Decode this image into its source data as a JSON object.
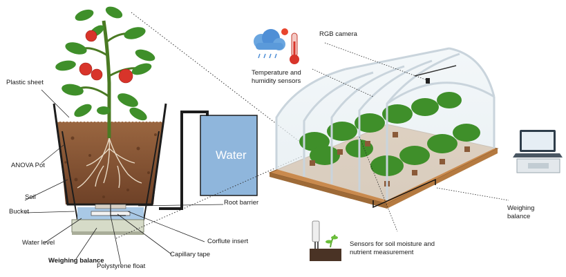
{
  "labels": {
    "plastic_sheet": "Plastic sheet",
    "anova_pot": "ANOVA Pot",
    "soil": "Soil",
    "bucket": "Bucket",
    "water_level": "Water level",
    "weighing_balance_left": "Weighing balance",
    "polystyrene_float": "Polystyrene float",
    "capillary_tape": "Capillary tape",
    "corflute_insert": "Corflute insert",
    "root_barrier": "Root barrier",
    "water": "Water",
    "temp_humidity_line1": "Temperature and",
    "temp_humidity_line2": "humidity sensors",
    "rgb_camera": "RGB camera",
    "weighing_balance_right_line1": "Weighing",
    "weighing_balance_right_line2": "balance",
    "soil_sensors_line1": "Sensors for soil moisture and",
    "soil_sensors_line2": "nutrient measurement"
  },
  "colors": {
    "soil": "#8a5a38",
    "water_tank": "#8fb6dc",
    "pot_frame": "#1c1c1c",
    "foliage": "#3f8f2a",
    "tomato": "#d8342a",
    "greenhouse_frame": "#c9d4dc",
    "bench": "#c98a4e"
  },
  "icons": [
    "tomato-plant-icon",
    "weather-cloud-icon",
    "thermometer-icon",
    "laptop-icon",
    "soil-sensor-icon",
    "greenhouse-icon",
    "water-tank-icon"
  ]
}
